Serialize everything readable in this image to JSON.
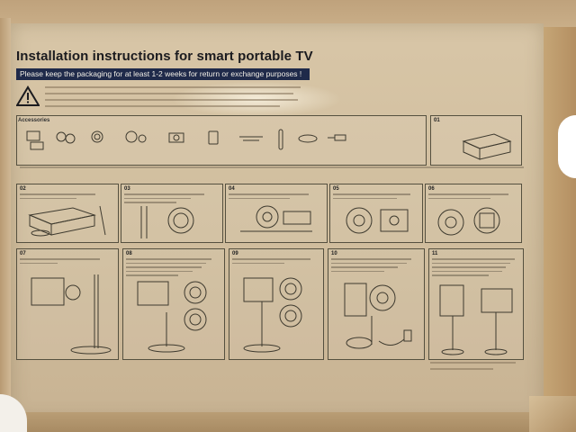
{
  "instruction_sheet": {
    "title": "Installation instructions for smart portable TV",
    "notice": "Please keep the packaging for at least 1-2 weeks for return or exchange purposes !",
    "accessories_label": "Accessories",
    "steps": [
      {
        "number": "01"
      },
      {
        "number": "02"
      },
      {
        "number": "03"
      },
      {
        "number": "04"
      },
      {
        "number": "05"
      },
      {
        "number": "06"
      },
      {
        "number": "07"
      },
      {
        "number": "08"
      },
      {
        "number": "09"
      },
      {
        "number": "10"
      },
      {
        "number": "11"
      }
    ]
  },
  "colors": {
    "cardboard": "#cdb899",
    "sheet": "#d8c6a7",
    "notice_bar": "#1f2a4a",
    "line_art": "#55503f"
  }
}
